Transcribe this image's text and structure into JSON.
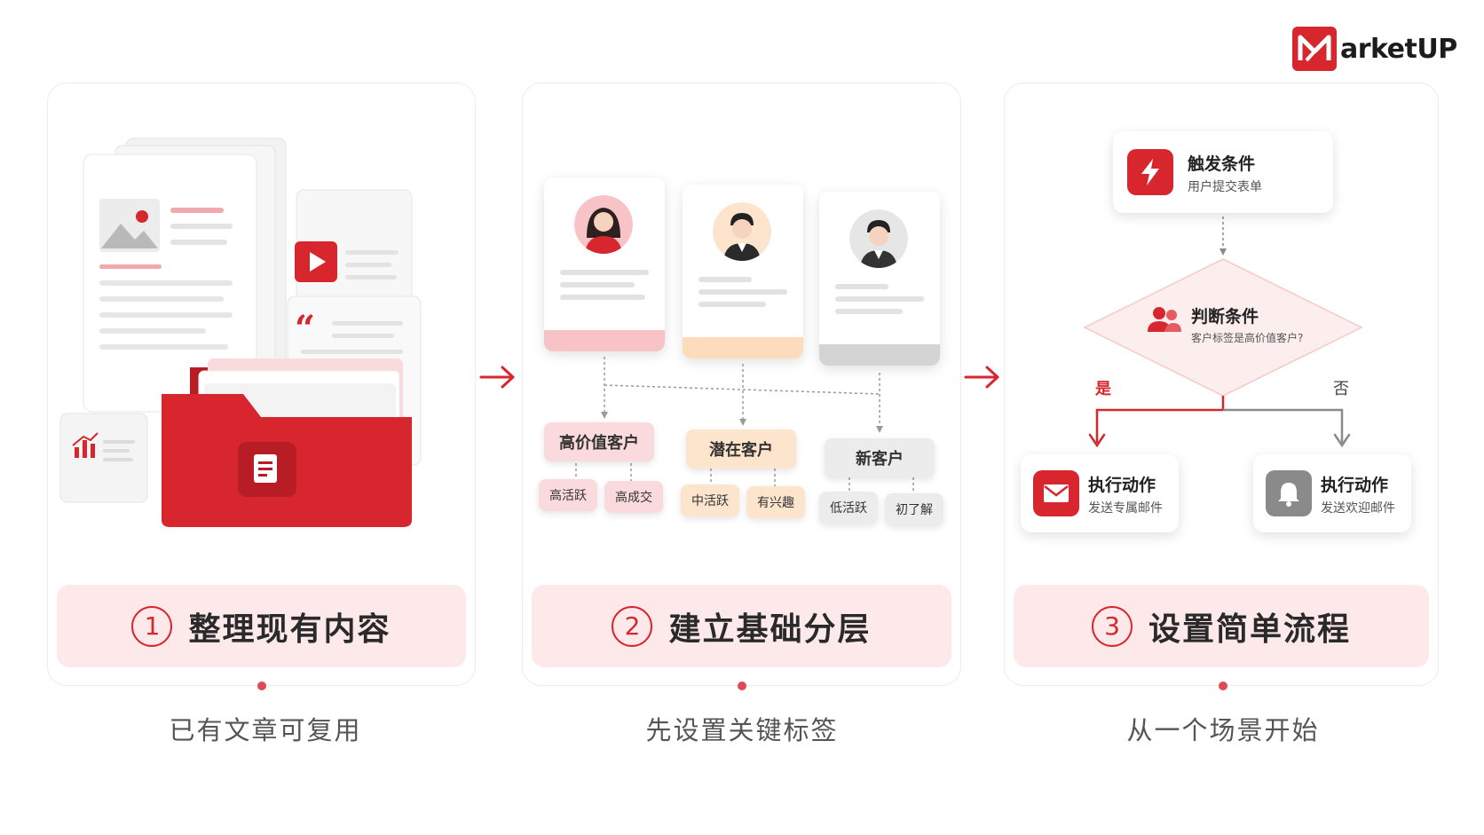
{
  "brand": {
    "logo_text": "arketUP",
    "accent": "#d8262f"
  },
  "steps": [
    {
      "number": "1",
      "title": "整理现有内容",
      "caption": "已有文章可复用"
    },
    {
      "number": "2",
      "title": "建立基础分层",
      "caption": "先设置关键标签"
    },
    {
      "number": "3",
      "title": "设置简单流程",
      "caption": "从一个场景开始"
    }
  ],
  "segments": [
    {
      "label": "高价值客户",
      "subtags": [
        "高活跃",
        "高成交"
      ],
      "color": "#fbdadd",
      "foot": "#f7c3c7"
    },
    {
      "label": "潜在客户",
      "subtags": [
        "中活跃",
        "有兴趣"
      ],
      "color": "#fde4cc",
      "foot": "#fcdcbc"
    },
    {
      "label": "新客户",
      "subtags": [
        "低活跃",
        "初了解"
      ],
      "color": "#ececec",
      "foot": "#d4d4d4"
    }
  ],
  "flow": {
    "trigger": {
      "title": "触发条件",
      "subtitle": "用户提交表单"
    },
    "condition": {
      "title": "判断条件",
      "subtitle": "客户标签是高价值客户?"
    },
    "yes_label": "是",
    "no_label": "否",
    "action_yes": {
      "title": "执行动作",
      "subtitle": "发送专属邮件"
    },
    "action_no": {
      "title": "执行动作",
      "subtitle": "发送欢迎邮件"
    }
  }
}
